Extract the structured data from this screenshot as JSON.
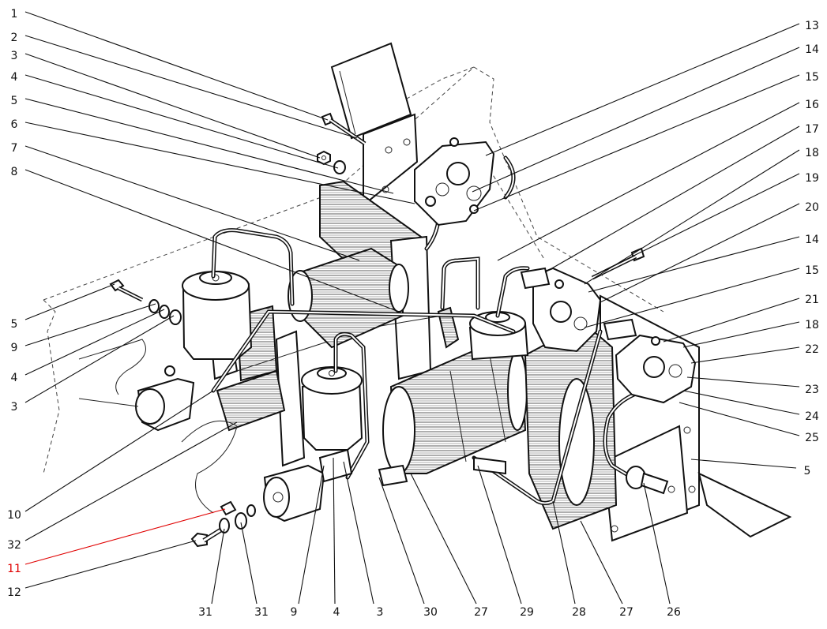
{
  "diagram": {
    "callouts": [
      {
        "id": "c1",
        "label": "1"
      },
      {
        "id": "c2",
        "label": "2"
      },
      {
        "id": "c3",
        "label": "3"
      },
      {
        "id": "c4",
        "label": "4"
      },
      {
        "id": "c5",
        "label": "5"
      },
      {
        "id": "c6",
        "label": "6"
      },
      {
        "id": "c7",
        "label": "7"
      },
      {
        "id": "c8",
        "label": "8"
      },
      {
        "id": "c5b",
        "label": "5"
      },
      {
        "id": "c9",
        "label": "9"
      },
      {
        "id": "c4b",
        "label": "4"
      },
      {
        "id": "c3b",
        "label": "3"
      },
      {
        "id": "c10",
        "label": "10"
      },
      {
        "id": "c32",
        "label": "32"
      },
      {
        "id": "c11",
        "label": "11",
        "color": "#e00000"
      },
      {
        "id": "c12",
        "label": "12"
      },
      {
        "id": "c13",
        "label": "13"
      },
      {
        "id": "c14",
        "label": "14"
      },
      {
        "id": "c15",
        "label": "15"
      },
      {
        "id": "c16",
        "label": "16"
      },
      {
        "id": "c17",
        "label": "17"
      },
      {
        "id": "c18",
        "label": "18"
      },
      {
        "id": "c19",
        "label": "19"
      },
      {
        "id": "c20",
        "label": "20"
      },
      {
        "id": "c14b",
        "label": "14"
      },
      {
        "id": "c15b",
        "label": "15"
      },
      {
        "id": "c21",
        "label": "21"
      },
      {
        "id": "c18b",
        "label": "18"
      },
      {
        "id": "c22",
        "label": "22"
      },
      {
        "id": "c23",
        "label": "23"
      },
      {
        "id": "c24",
        "label": "24"
      },
      {
        "id": "c25",
        "label": "25"
      },
      {
        "id": "c5c",
        "label": "5"
      },
      {
        "id": "b31a",
        "label": "31"
      },
      {
        "id": "b31b",
        "label": "31"
      },
      {
        "id": "b9",
        "label": "9"
      },
      {
        "id": "b4",
        "label": "4"
      },
      {
        "id": "b3",
        "label": "3"
      },
      {
        "id": "b30",
        "label": "30"
      },
      {
        "id": "b27a",
        "label": "27"
      },
      {
        "id": "b29",
        "label": "29"
      },
      {
        "id": "b28",
        "label": "28"
      },
      {
        "id": "b27b",
        "label": "27"
      },
      {
        "id": "b26",
        "label": "26"
      }
    ],
    "highlight_color": "#e00000",
    "line_color": "#111111"
  }
}
